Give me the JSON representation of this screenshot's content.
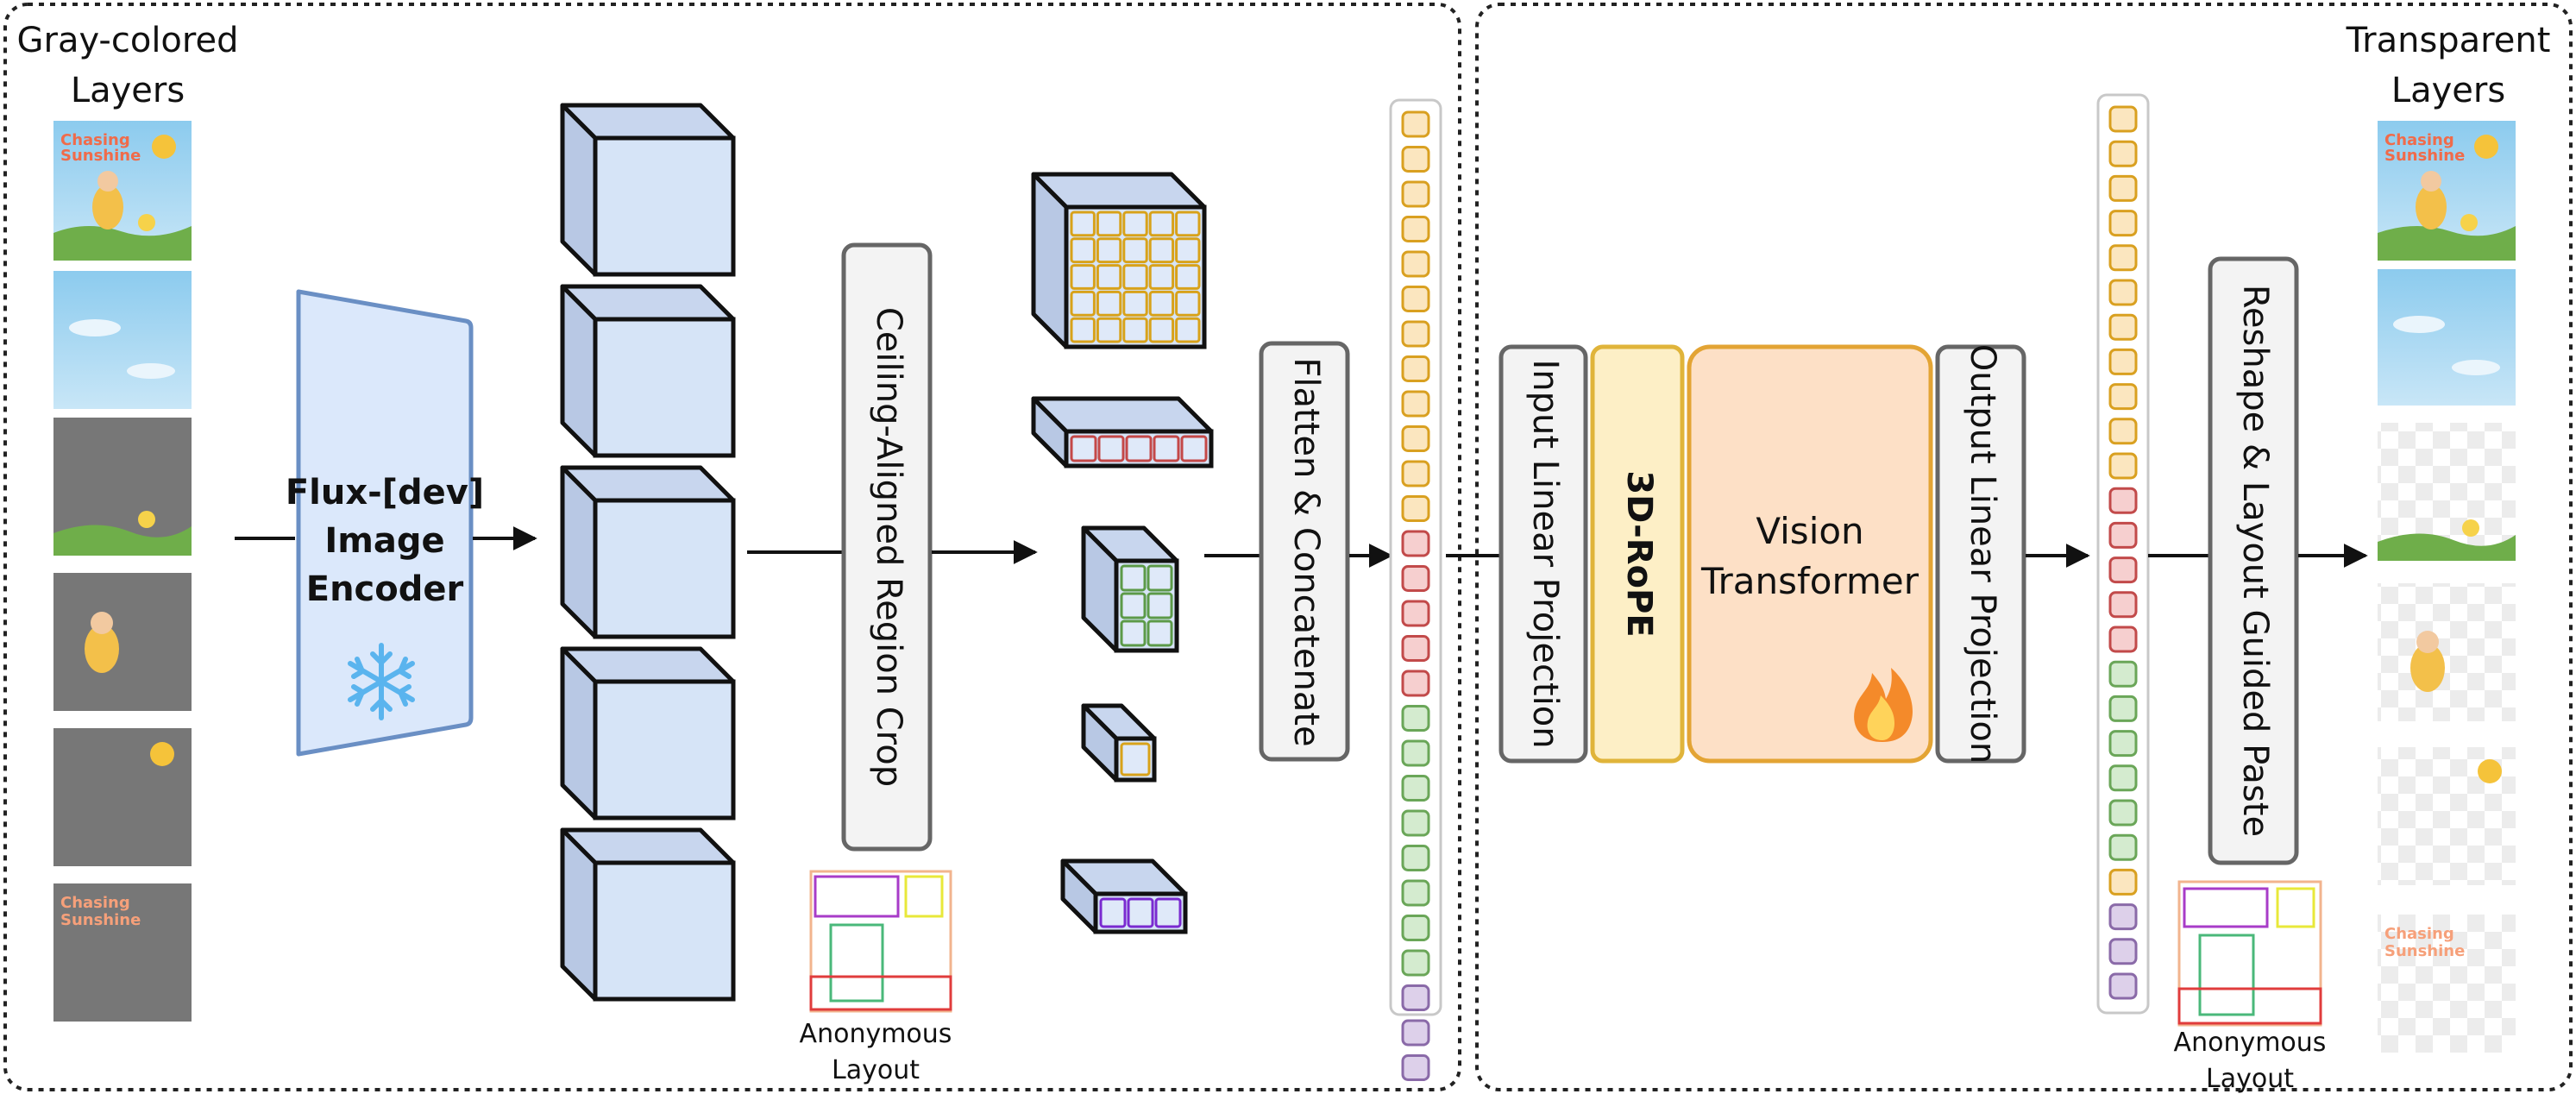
{
  "colors": {
    "cube_fill": "#d6e4f7",
    "cube_top": "#c8d6ee",
    "cube_side": "#b8c8e4",
    "encoder_fill": "#dbe8fb",
    "encoder_stroke": "#6a8fc4",
    "token_yellow_fill": "#fbe6bf",
    "token_yellow_stroke": "#d9a020",
    "token_red_fill": "#f6cfcf",
    "token_red_stroke": "#c24a4a",
    "token_green_fill": "#d4ebcf",
    "token_green_stroke": "#6aa658",
    "token_purple_fill": "#ddd0ea",
    "token_purple_stroke": "#8a6aa8",
    "rope_fill": "#fdefc6",
    "rope_stroke": "#e0b43a",
    "vit_fill": "#fde0c6",
    "vit_stroke": "#e3a434",
    "snowflake": "#5ab4ee",
    "grid_yellow": "#d8a21a",
    "grid_red": "#c44848",
    "grid_green": "#5c9a48",
    "grid_purple": "#7a2ad0"
  },
  "left_panel": {
    "title_line1": "Gray-colored",
    "title_line2": "Layers"
  },
  "right_panel": {
    "title_line1": "Transparent",
    "title_line2": "Layers"
  },
  "thumbnails": {
    "book_title_line1": "Chasing",
    "book_title_line2": "Sunshine"
  },
  "encoder": {
    "line1": "Flux-[dev]",
    "line2": "Image",
    "line3": "Encoder",
    "icon": "snowflake-icon"
  },
  "blocks": {
    "crop": "Ceiling-Aligned Region Crop",
    "flatten": "Flatten & Concatenate",
    "input_proj": "Input Linear Projection",
    "rope": "3D-RoPE",
    "vit_line1": "Vision",
    "vit_line2": "Transformer",
    "vit_icon": "fire-icon",
    "output_proj": "Output Linear Projection",
    "reshape": "Reshape & Layout Guided Paste"
  },
  "layout_label": {
    "left_line1": "Anonymous",
    "left_line2": "Layout",
    "right_line1": "Anonymous",
    "right_line2": "Layout"
  },
  "token_sequence_left": [
    "y",
    "y",
    "y",
    "y",
    "y",
    "y",
    "y",
    "y",
    "y",
    "y",
    "y",
    "y",
    "r",
    "r",
    "r",
    "r",
    "r",
    "g",
    "g",
    "g",
    "g",
    "g",
    "g",
    "g",
    "g",
    "p",
    "p",
    "p"
  ],
  "token_sequence_right": [
    "y",
    "y",
    "y",
    "y",
    "y",
    "y",
    "y",
    "y",
    "y",
    "y",
    "y",
    "r",
    "r",
    "r",
    "r",
    "r",
    "g",
    "g",
    "g",
    "g",
    "g",
    "g",
    "y",
    "p",
    "p",
    "p"
  ]
}
